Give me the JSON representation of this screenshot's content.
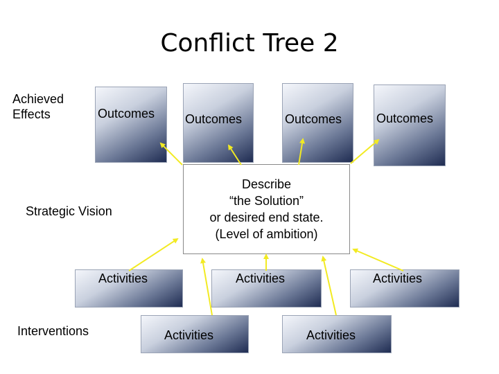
{
  "title": "Conflict Tree 2",
  "labels": {
    "achieved_effects": "Achieved Effects",
    "strategic_vision": "Strategic Vision",
    "interventions": "Interventions"
  },
  "outcomes": [
    "Outcomes",
    "Outcomes",
    "Outcomes",
    "Outcomes"
  ],
  "center": {
    "line1": "Describe",
    "line2": "“the Solution”",
    "line3": "or desired end state.",
    "line4": "(Level of ambition)"
  },
  "activities": [
    "Activities",
    "Activities",
    "Activities",
    "Activities",
    "Activities"
  ],
  "colors": {
    "arrow": "#f2ea22",
    "box_dark": "#1f2c52",
    "box_light": "#f4f6fb"
  }
}
